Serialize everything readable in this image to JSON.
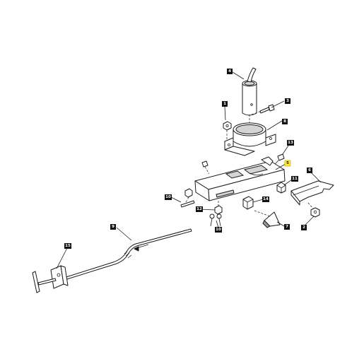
{
  "diagram": {
    "callouts": [
      {
        "id": "c1",
        "label": "1",
        "highlight": false
      },
      {
        "id": "c2",
        "label": "2",
        "highlight": false
      },
      {
        "id": "c3",
        "label": "3",
        "highlight": false
      },
      {
        "id": "c4",
        "label": "4",
        "highlight": false
      },
      {
        "id": "c5",
        "label": "5",
        "highlight": true
      },
      {
        "id": "c6",
        "label": "6",
        "highlight": false
      },
      {
        "id": "c7",
        "label": "7",
        "highlight": false
      },
      {
        "id": "c8",
        "label": "8",
        "highlight": false
      },
      {
        "id": "c9",
        "label": "9",
        "highlight": false
      },
      {
        "id": "c10a",
        "label": "10",
        "highlight": false
      },
      {
        "id": "c10b",
        "label": "10",
        "highlight": false
      },
      {
        "id": "c11",
        "label": "11",
        "highlight": false
      },
      {
        "id": "c12",
        "label": "12",
        "highlight": false
      },
      {
        "id": "c13",
        "label": "13",
        "highlight": false
      },
      {
        "id": "c14",
        "label": "14",
        "highlight": false
      },
      {
        "id": "c15",
        "label": "15",
        "highlight": false
      }
    ],
    "colors": {
      "highlight": "#ffef2e",
      "tag": "#111111",
      "line": "#1a1a1a"
    }
  }
}
